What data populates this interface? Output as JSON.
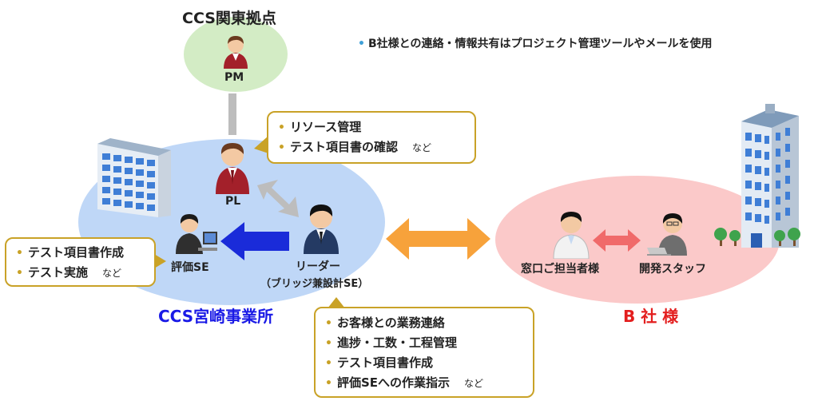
{
  "nodes": {
    "kanto_title": "CCS関東拠点",
    "pm_label": "PM",
    "pl_label": "PL",
    "hyoka_label": "評価SE",
    "leader_label": "リーダー",
    "leader_sub": "（ブリッジ兼設計SE）",
    "miyazaki_title": "CCS宮崎事業所",
    "b_title": "B 社 様",
    "madoguchi_label": "窓口ご担当者様",
    "staff_label": "開発スタッフ"
  },
  "note": "B社様との連絡・情報共有はプロジェクト管理ツールやメールを使用",
  "callouts": {
    "pl": {
      "items": [
        "リソース管理",
        "テスト項目書の確認"
      ],
      "etc": "など"
    },
    "hyoka": {
      "items": [
        "テスト項目書作成",
        "テスト実施"
      ],
      "etc": "など"
    },
    "leader": {
      "items": [
        "お客様との業務連絡",
        "進捗・工数・工程管理",
        "テスト項目書作成",
        "評価SEへの作業指示"
      ],
      "etc": "など"
    }
  },
  "colors": {
    "kanto_fill": "#d3ecc5",
    "miyazaki_fill": "#bfd7f7",
    "b_fill": "#fbc9c9",
    "miyazaki_text": "#1a1ae6",
    "b_text": "#e31e1e",
    "callout_border": "#c9a227",
    "blue_arrow": "#1a2bd9",
    "orange_arrow": "#f7a23b",
    "pink_arrow": "#f06a6a",
    "gray_arrow": "#bdbdbd"
  }
}
